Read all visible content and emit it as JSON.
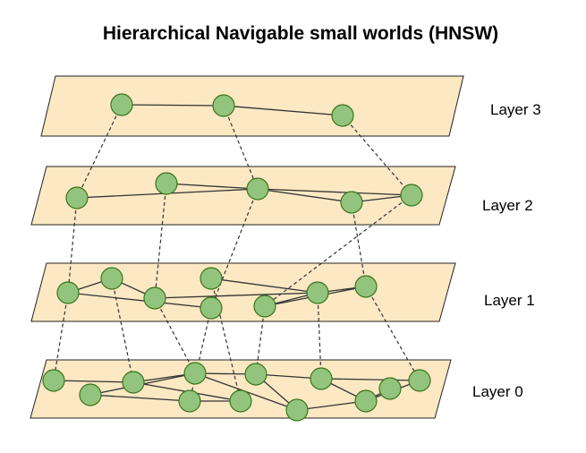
{
  "title": "Hierarchical Navigable small worlds (HNSW)",
  "colors": {
    "layer_fill": "#fce8c3",
    "layer_stroke": "#222222",
    "node_fill": "#93c47d",
    "node_stroke": "#38761d",
    "edge": "#333333",
    "link": "#333333"
  },
  "layers": [
    {
      "label": "Layer 3",
      "nodes": [
        "l3a",
        "l3b",
        "l3c"
      ],
      "edges": [
        [
          "l3a",
          "l3b"
        ],
        [
          "l3b",
          "l3c"
        ]
      ]
    },
    {
      "label": "Layer 2",
      "nodes": [
        "l2a",
        "l2b",
        "l2c",
        "l2d",
        "l2e"
      ],
      "edges": [
        [
          "l2a",
          "l2c"
        ],
        [
          "l2b",
          "l2c"
        ],
        [
          "l2c",
          "l2d"
        ],
        [
          "l2c",
          "l2e"
        ],
        [
          "l2d",
          "l2e"
        ]
      ]
    },
    {
      "label": "Layer 1",
      "nodes": [
        "l1a",
        "l1b",
        "l1c",
        "l1d",
        "l1e",
        "l1f",
        "l1g",
        "l1h"
      ],
      "edges": [
        [
          "l1a",
          "l1b"
        ],
        [
          "l1b",
          "l1c"
        ],
        [
          "l1a",
          "l1e"
        ],
        [
          "l1c",
          "l1g"
        ],
        [
          "l1d",
          "l1g"
        ],
        [
          "l1f",
          "l1g"
        ],
        [
          "l1g",
          "l1h"
        ],
        [
          "l1f",
          "l1h"
        ]
      ]
    },
    {
      "label": "Layer 0",
      "nodes": [
        "l0a",
        "l0b",
        "l0c",
        "l0d",
        "l0e",
        "l0f",
        "l0g",
        "l0h",
        "l0i",
        "l0j",
        "l0k",
        "l0l"
      ],
      "edges": [
        [
          "l0a",
          "l0c"
        ],
        [
          "l0b",
          "l0d"
        ],
        [
          "l0c",
          "l0f"
        ],
        [
          "l0d",
          "l0f"
        ],
        [
          "l0b",
          "l0e"
        ],
        [
          "l0c",
          "l0e"
        ],
        [
          "l0e",
          "l0g"
        ],
        [
          "l0g",
          "l0h"
        ],
        [
          "l0g",
          "l0i"
        ],
        [
          "l0i",
          "l0j"
        ],
        [
          "l0h",
          "l0j"
        ],
        [
          "l0i",
          "l0l"
        ],
        [
          "l0j",
          "l0k"
        ],
        [
          "l0j",
          "l0l"
        ],
        [
          "l0h",
          "l0e"
        ]
      ]
    }
  ],
  "inter_layer_links": [
    [
      "l3a",
      "l2a"
    ],
    [
      "l3b",
      "l2c"
    ],
    [
      "l3c",
      "l2e"
    ],
    [
      "l2a",
      "l1a"
    ],
    [
      "l2b",
      "l1c"
    ],
    [
      "l2c",
      "l1e"
    ],
    [
      "l2d",
      "l1h"
    ],
    [
      "l2e",
      "l1f"
    ],
    [
      "l1a",
      "l0a"
    ],
    [
      "l1b",
      "l0c"
    ],
    [
      "l1c",
      "l0e"
    ],
    [
      "l1d",
      "l0f"
    ],
    [
      "l1e",
      "l0d"
    ],
    [
      "l1f",
      "l0g"
    ],
    [
      "l1g",
      "l0i"
    ],
    [
      "l1h",
      "l0l"
    ]
  ]
}
